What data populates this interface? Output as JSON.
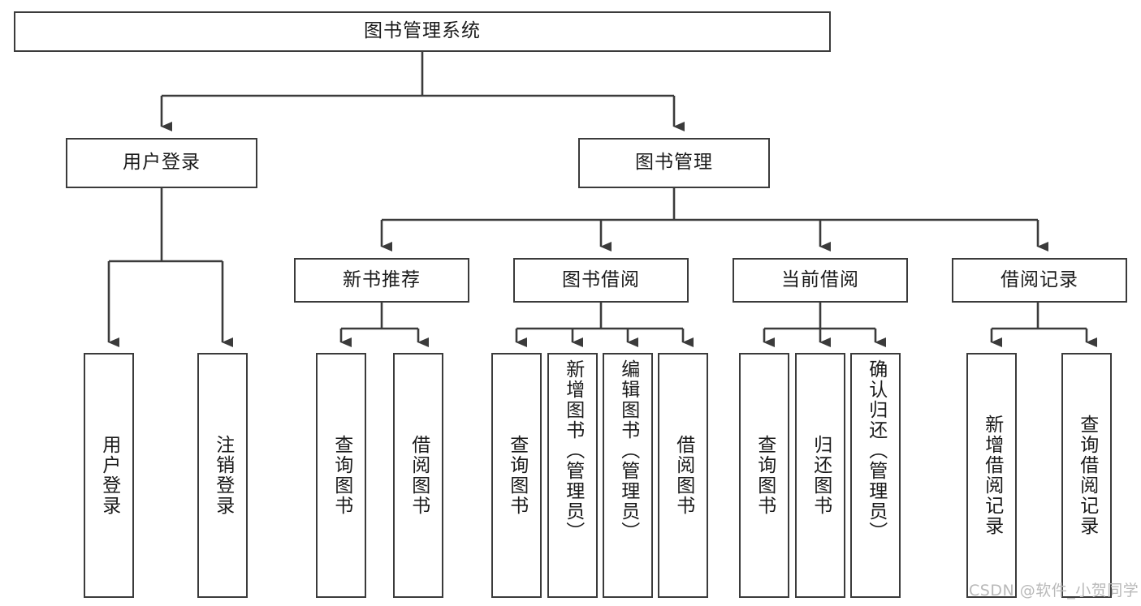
{
  "diagram": {
    "title": "图书管理系统",
    "type": "功能结构图",
    "root": {
      "id": "root",
      "label": "图书管理系统"
    },
    "level1": [
      {
        "id": "user-login",
        "label": "用户登录"
      },
      {
        "id": "book-management",
        "label": "图书管理"
      }
    ],
    "level2": [
      {
        "id": "new-book-recommend",
        "label": "新书推荐",
        "parent": "book-management"
      },
      {
        "id": "book-borrow",
        "label": "图书借阅",
        "parent": "book-management"
      },
      {
        "id": "current-borrow",
        "label": "当前借阅",
        "parent": "book-management"
      },
      {
        "id": "borrow-record",
        "label": "借阅记录",
        "parent": "book-management"
      }
    ],
    "leaves": [
      {
        "id": "leaf-user-login",
        "label": "用户登录",
        "parent": "user-login"
      },
      {
        "id": "leaf-logout-login",
        "label": "注销登录",
        "parent": "user-login"
      },
      {
        "id": "leaf-query-book-1",
        "label": "查询图书",
        "parent": "new-book-recommend"
      },
      {
        "id": "leaf-borrow-book-1",
        "label": "借阅图书",
        "parent": "new-book-recommend"
      },
      {
        "id": "leaf-query-book-2",
        "label": "查询图书",
        "parent": "book-borrow"
      },
      {
        "id": "leaf-add-book",
        "label": "新增图书（管理员）",
        "parent": "book-borrow"
      },
      {
        "id": "leaf-edit-book",
        "label": "编辑图书（管理员）",
        "parent": "book-borrow"
      },
      {
        "id": "leaf-borrow-book-2",
        "label": "借阅图书",
        "parent": "book-borrow"
      },
      {
        "id": "leaf-query-book-3",
        "label": "查询图书",
        "parent": "current-borrow"
      },
      {
        "id": "leaf-return-book",
        "label": "归还图书",
        "parent": "current-borrow"
      },
      {
        "id": "leaf-confirm-return",
        "label": "确认归还（管理员）",
        "parent": "current-borrow"
      },
      {
        "id": "leaf-add-record",
        "label": "新增借阅记录",
        "parent": "borrow-record"
      },
      {
        "id": "leaf-query-record",
        "label": "查询借阅记录",
        "parent": "borrow-record"
      }
    ],
    "colors": {
      "stroke": "#3b3b3b",
      "background": "#ffffff",
      "text": "#1a1a1a",
      "watermark": "#b9b9b9"
    }
  },
  "watermark": {
    "text": "CSDN @软件_小贺同学"
  }
}
